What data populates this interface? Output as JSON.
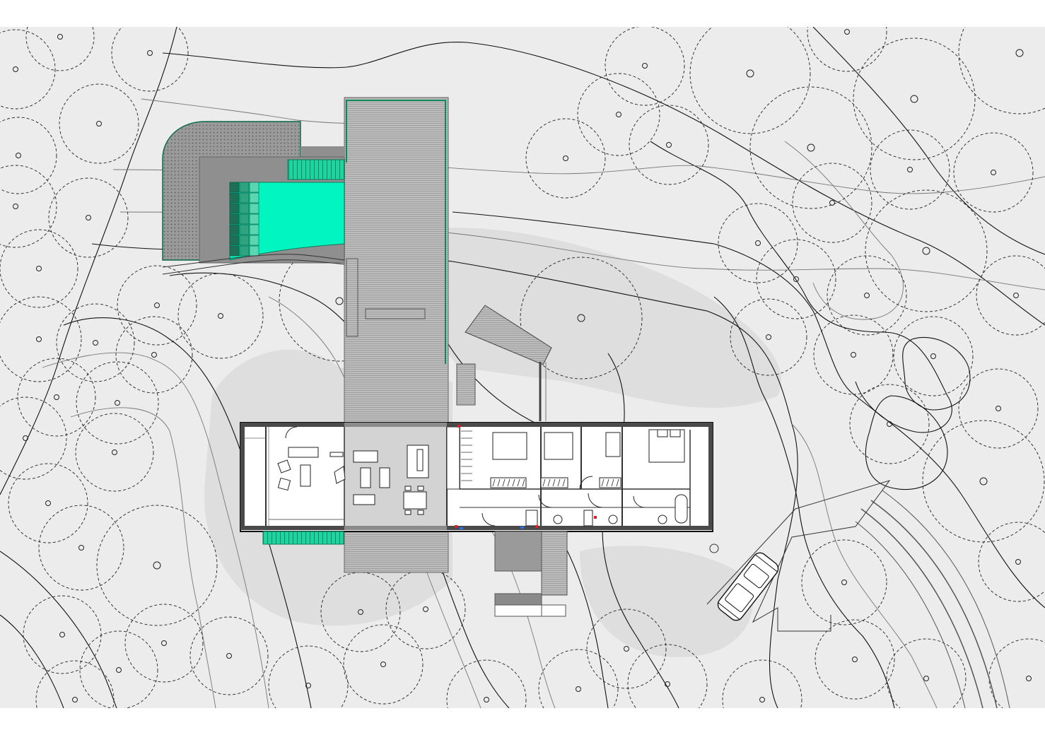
{
  "drawing": {
    "kind": "architectural site plan",
    "colors": {
      "sheet_background": "#ffffff",
      "site_ground": "#ececec",
      "shadow_zone": "#dedede",
      "pool_water": "#00f5c0",
      "pool_steps": "#18d79f",
      "pool_tiles": [
        "#1f6f57",
        "#2fa37f",
        "#5bd6b0",
        "#0ec493"
      ],
      "deck_timber": "#bdbdbd",
      "paving_grey": "#8f8f8f",
      "living_zone_floor": "#d3d3d3",
      "interior_floor": "#ffffff",
      "outline": "#111111",
      "accent_red": "#e02020",
      "accent_blue": "#2a72e0"
    },
    "elements": [
      "tree-canopy-symbol",
      "contour-lines",
      "swimming-pool",
      "pool-surround-paving",
      "timber-deck",
      "house-floor-plan",
      "entry-stair",
      "parked-car",
      "curved-driveway",
      "carport-outline"
    ]
  }
}
